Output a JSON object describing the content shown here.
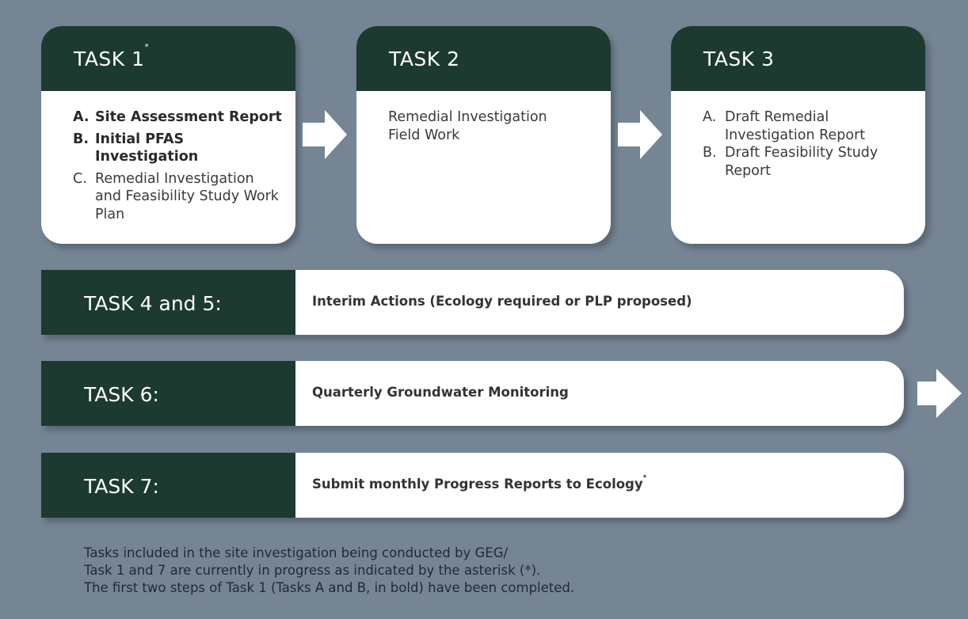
{
  "tasks_top": [
    {
      "title": "TASK 1",
      "title_mark": "*",
      "items": [
        {
          "letter": "A.",
          "text": "Site Assessment Report",
          "bold": true
        },
        {
          "letter": "B.",
          "text": "Initial PFAS Investigation",
          "bold": true
        },
        {
          "letter": "C.",
          "text": "Remedial Investigation and Feasibility Study Work Plan",
          "bold": false
        }
      ]
    },
    {
      "title": "TASK 2",
      "title_mark": "",
      "description": "Remedial Investigation Field Work"
    },
    {
      "title": "TASK 3",
      "title_mark": "",
      "items": [
        {
          "letter": "A.",
          "text": "Draft Remedial Investigation Report",
          "bold": false
        },
        {
          "letter": "B.",
          "text": "Draft Feasibility Study Report",
          "bold": false
        }
      ]
    }
  ],
  "tasks_rows": [
    {
      "title": "TASK 4 and 5:",
      "description": "Interim Actions (Ecology required or PLP proposed)",
      "mark": ""
    },
    {
      "title": "TASK 6:",
      "description": "Quarterly Groundwater Monitoring",
      "mark": ""
    },
    {
      "title": "TASK 7:",
      "description": "Submit monthly Progress Reports to Ecology",
      "mark": "*"
    }
  ],
  "notes": [
    "Tasks included in the site investigation being conducted by GEG/",
    "Task 1 and 7 are currently in progress as indicated by the  asterisk (*).",
    "The first two steps of Task 1 (Tasks A and B, in bold) have been completed."
  ],
  "colors": {
    "background": "#758594",
    "header": "#1c3a30",
    "card": "#ffffff"
  }
}
